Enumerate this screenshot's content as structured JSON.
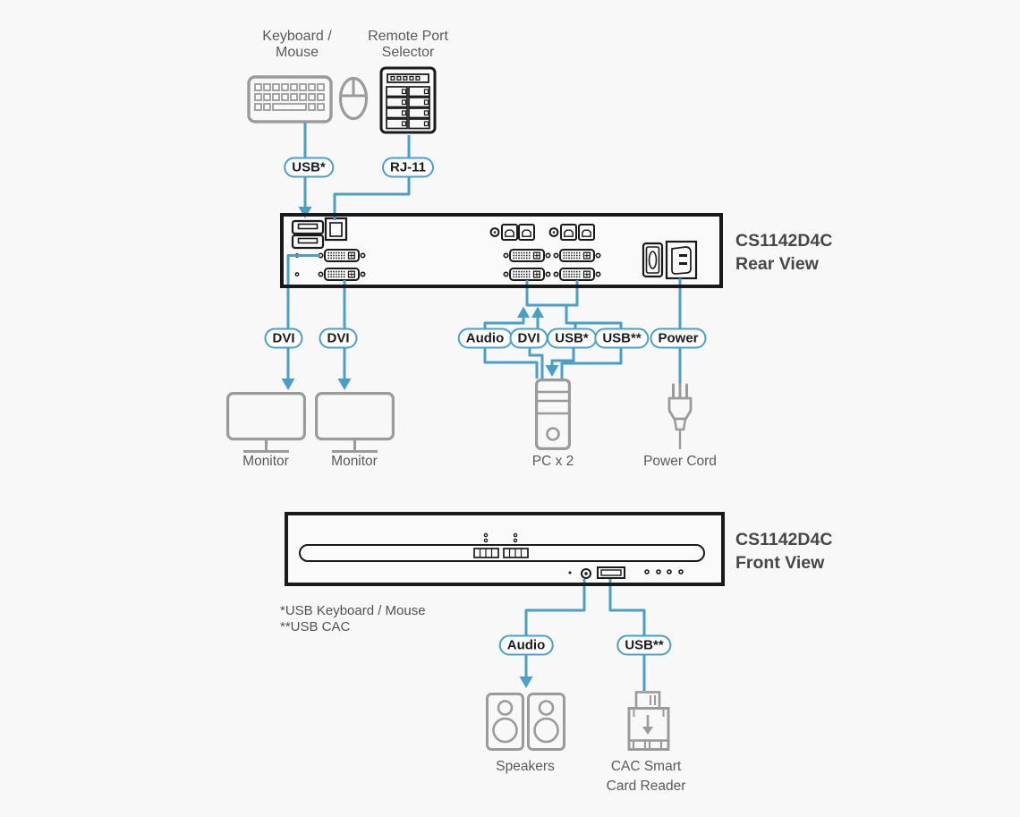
{
  "colors": {
    "accent": "#4a9fc8",
    "outline": "#1a1a1a",
    "icon_gray": "#9b9b9b",
    "label_text": "#5a5a5a",
    "title_text": "#474747",
    "background": "#f8f8f8"
  },
  "devices": {
    "keyboard_mouse": {
      "label_line1": "Keyboard /",
      "label_line2": "Mouse"
    },
    "remote_port_selector": {
      "label_line1": "Remote Port",
      "label_line2": "Selector"
    },
    "rear_panel": {
      "title_line1": "CS1142D4C",
      "title_line2": "Rear View"
    },
    "front_panel": {
      "title_line1": "CS1142D4C",
      "title_line2": "Front View"
    },
    "monitor_left": {
      "label": "Monitor"
    },
    "monitor_right": {
      "label": "Monitor"
    },
    "pc": {
      "label": "PC x 2"
    },
    "power_cord": {
      "label": "Power Cord"
    },
    "speakers": {
      "label": "Speakers"
    },
    "cac_reader": {
      "label_line1": "CAC Smart",
      "label_line2": "Card Reader"
    }
  },
  "badges": {
    "usb_keyboard": "USB*",
    "rj11": "RJ-11",
    "dvi_monitor_left": "DVI",
    "dvi_monitor_right": "DVI",
    "audio_pc": "Audio",
    "dvi_pc": "DVI",
    "usb_pc": "USB*",
    "usb_cac_pc": "USB**",
    "power": "Power",
    "audio_front": "Audio",
    "usb_cac_front": "USB**"
  },
  "footnotes": {
    "line1": "*USB Keyboard / Mouse",
    "line2": "**USB CAC"
  }
}
